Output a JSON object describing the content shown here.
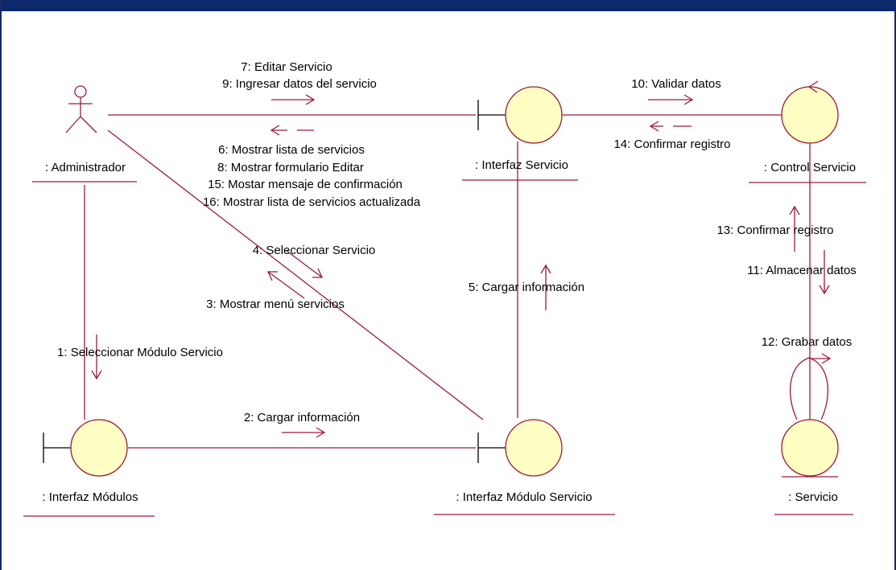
{
  "colors": {
    "header_bar": "#0c2a6b",
    "line": "#9b1b3a",
    "object_fill": "#ffffc4",
    "text": "#000000"
  },
  "objects": {
    "administrador": ": Administrador",
    "interfaz_servicio": ": Interfaz Servicio",
    "control_servicio": ": Control Servicio",
    "interfaz_modulos": ": Interfaz Módulos",
    "interfaz_modulo_servicio": ": Interfaz Módulo Servicio",
    "servicio": ": Servicio"
  },
  "messages": {
    "m1": "1: Seleccionar Módulo Servicio",
    "m2": "2: Cargar información",
    "m3": "3: Mostrar menú servicios",
    "m4": "4: Seleccionar Servicio",
    "m5": "5: Cargar información",
    "m6": "6: Mostrar lista de servicios",
    "m7": "7: Editar Servicio",
    "m8": "8: Mostrar formulario Editar",
    "m9": "9: Ingresar datos del servicio",
    "m10": "10: Validar datos",
    "m11": "11: Almacenar datos",
    "m12": "12: Grabar datos",
    "m13": "13: Confirmar registro",
    "m14": "14: Confirmar registro",
    "m15": "15: Mostar mensaje de confirmación",
    "m16": "16: Mostrar lista de servicios actualizada"
  }
}
